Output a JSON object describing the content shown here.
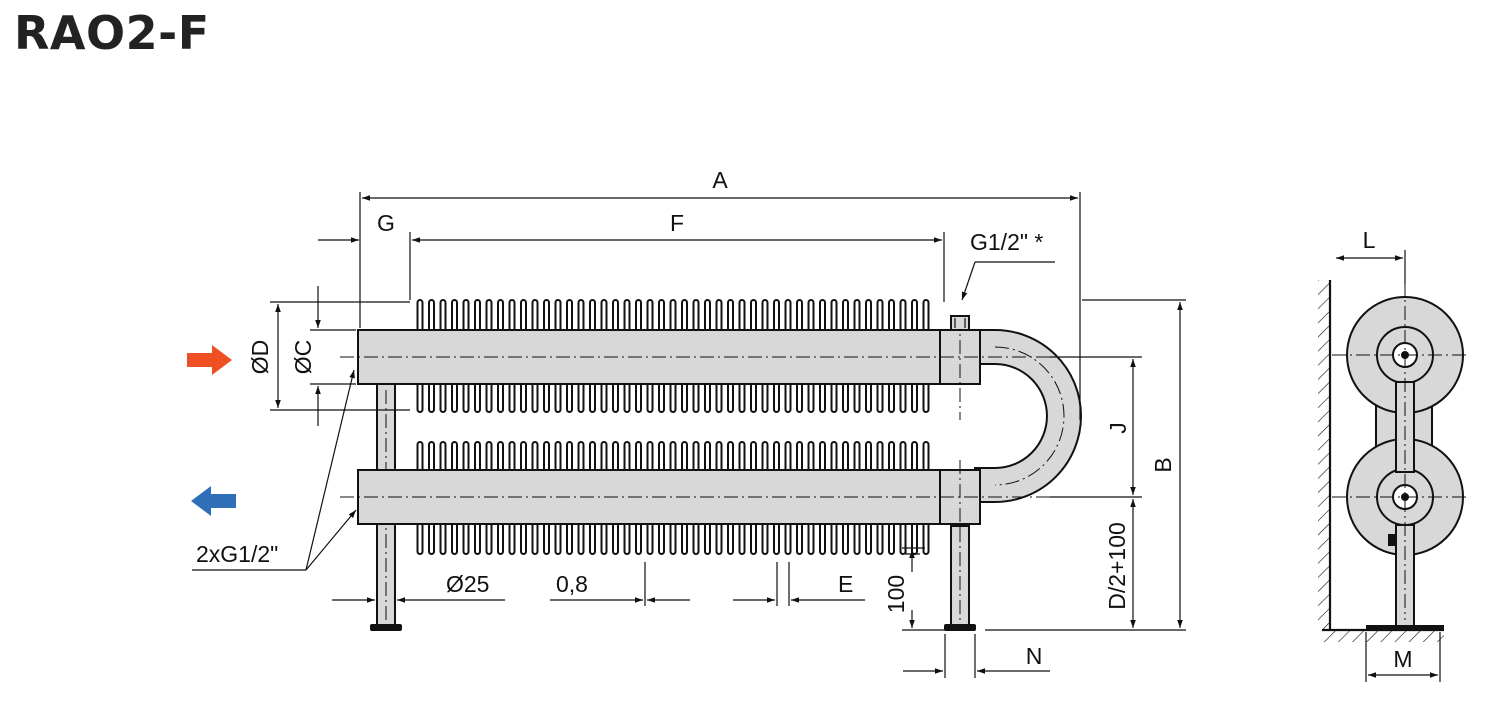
{
  "title": "RAO2-F",
  "dimensions": {
    "a": "A",
    "b": "B",
    "c": "ØC",
    "d": "ØD",
    "e": "E",
    "f": "F",
    "g": "G",
    "j": "J",
    "l": "L",
    "m": "M",
    "n": "N",
    "connection_top": "G1/2\" *",
    "connections": "2xG1/2\"",
    "leg_diameter": "Ø25",
    "fin_thickness": "0,8",
    "leg_height": "100",
    "pipe_height": "D/2+100"
  },
  "colors": {
    "supply_arrow": "#f04e23",
    "return_arrow": "#2f6fb7",
    "pipe_fill": "#d8d8d8"
  },
  "icons": {
    "supply": "arrow-right-icon",
    "return": "arrow-left-icon"
  }
}
